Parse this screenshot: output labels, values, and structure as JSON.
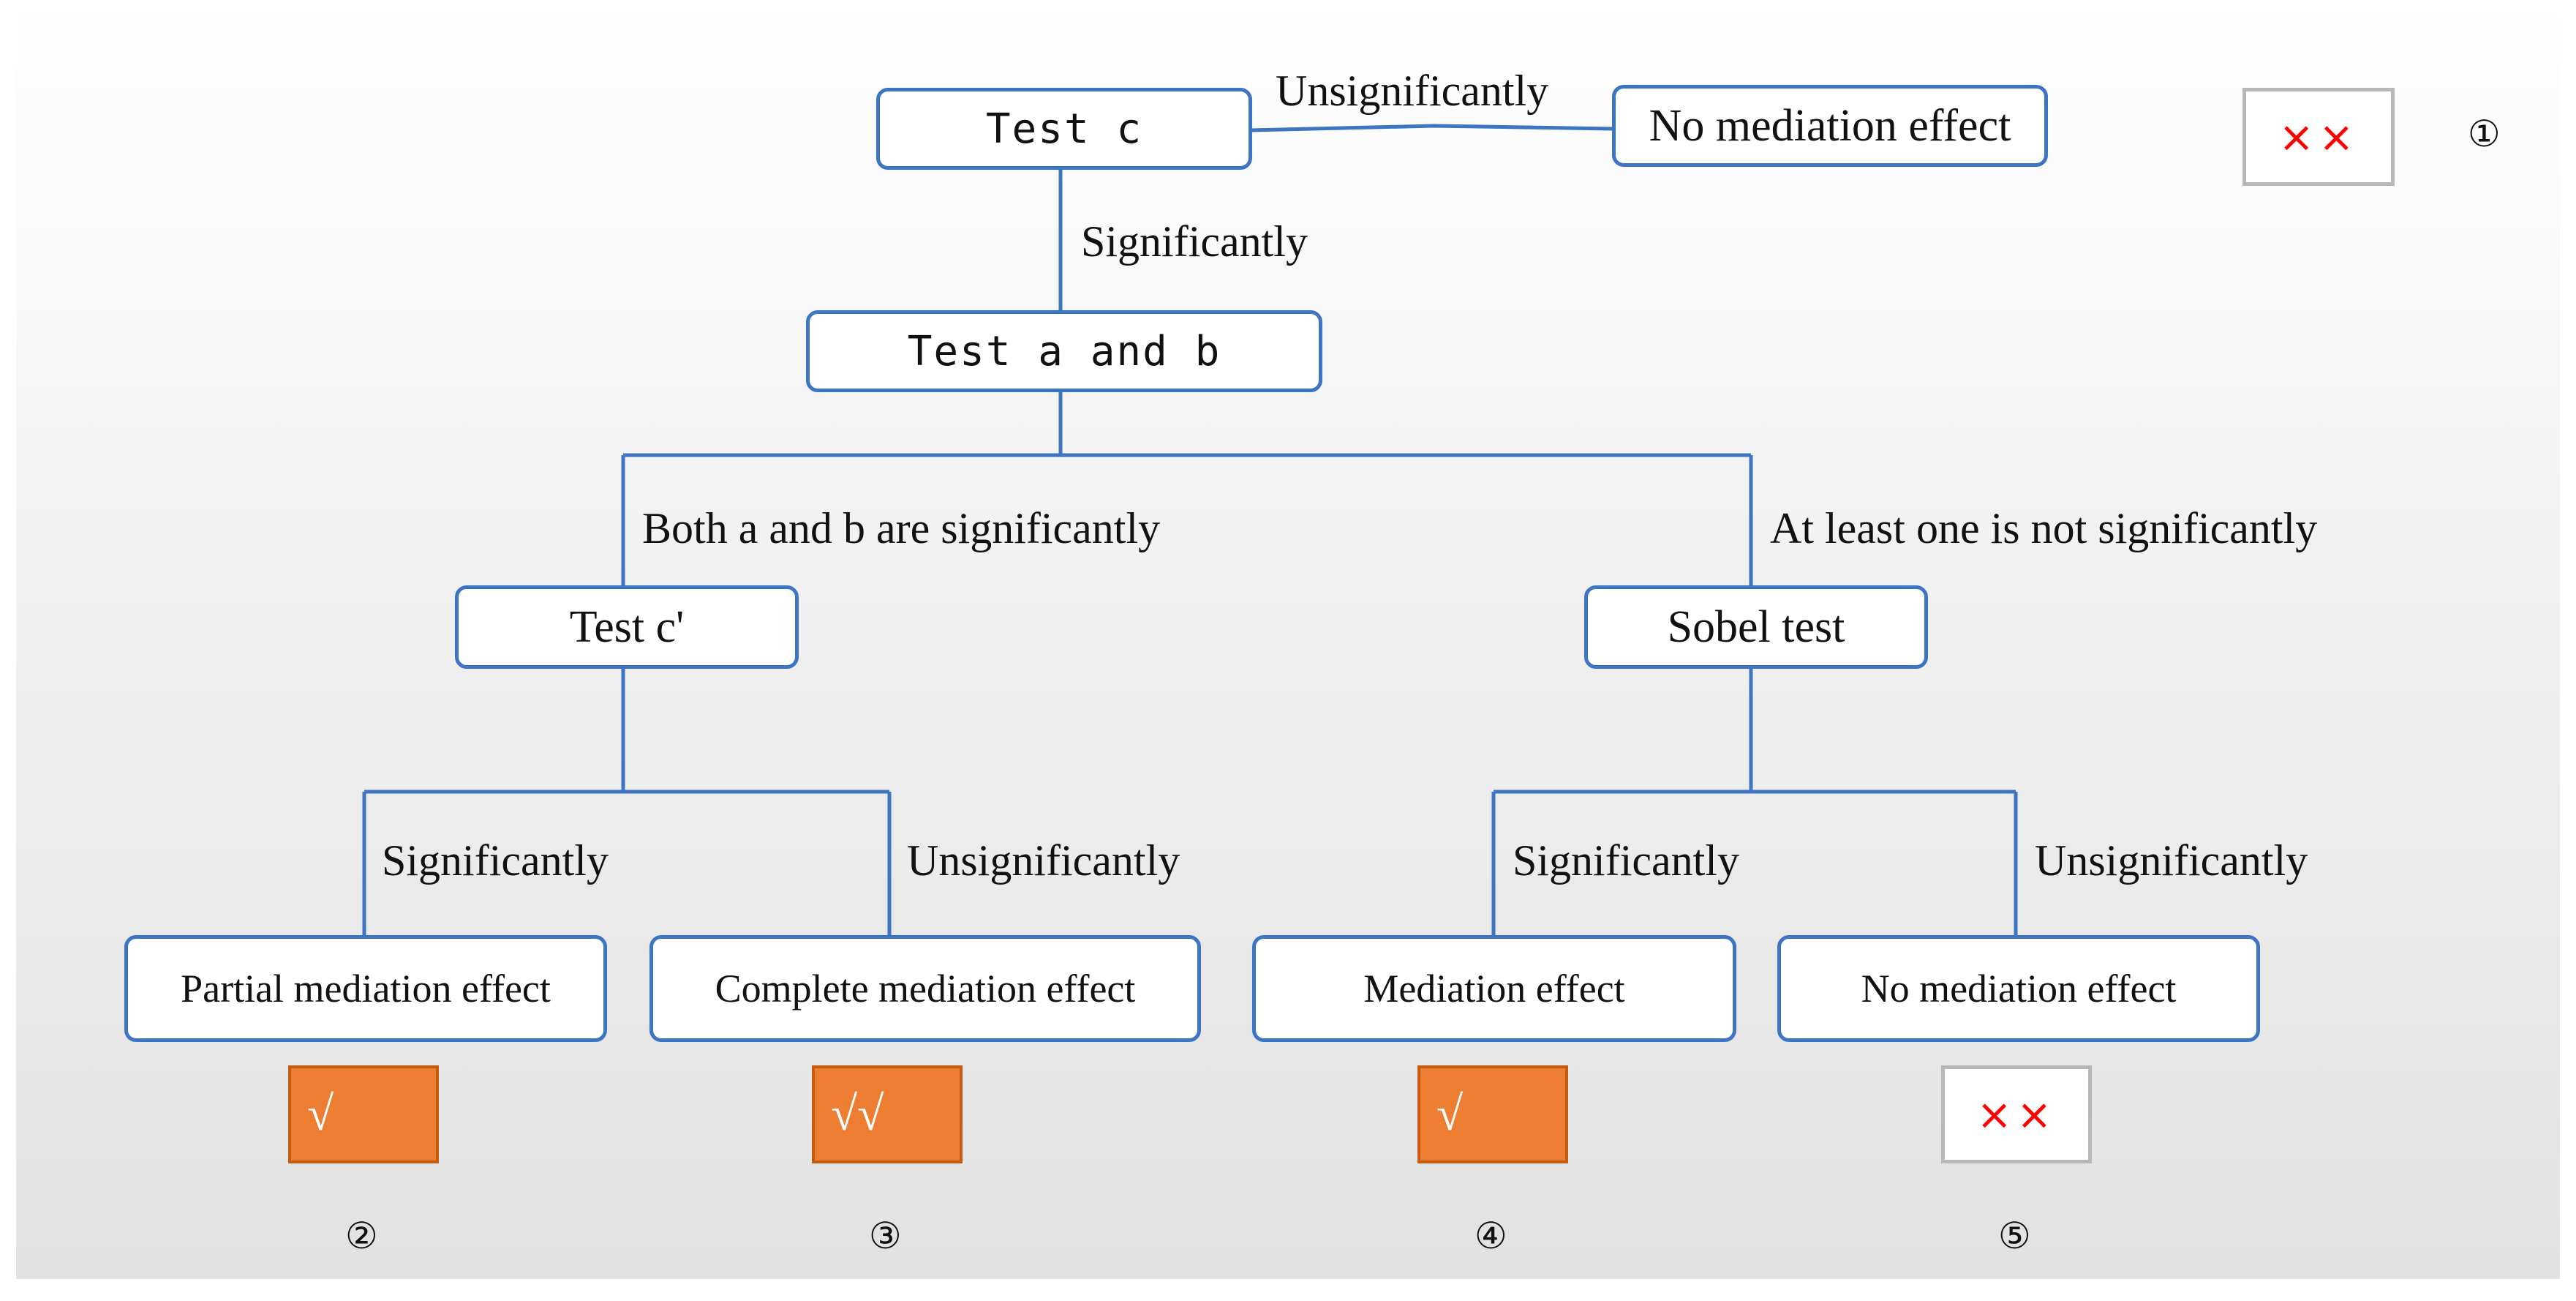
{
  "nodes": {
    "test_c": "Test c",
    "no_mediation_top": "No mediation effect",
    "test_ab": "Test a and b",
    "test_c_prime": "Test c'",
    "sobel": "Sobel test",
    "partial": "Partial mediation effect",
    "complete": "Complete mediation effect",
    "mediation": "Mediation effect",
    "no_mediation_bottom": "No mediation effect"
  },
  "edges": {
    "c_unsig": "Unsignificantly",
    "c_sig": "Significantly",
    "ab_both": "Both a and b are significantly",
    "ab_atleast": "At least one is not significantly",
    "cprime_sig": "Significantly",
    "cprime_unsig": "Unsignificantly",
    "sobel_sig": "Significantly",
    "sobel_unsig": "Unsignificantly"
  },
  "marks": {
    "m1": "××",
    "m2": "√",
    "m3": "√√",
    "m4": "√",
    "m5": "××"
  },
  "numbers": {
    "n1": "①",
    "n2": "②",
    "n3": "③",
    "n4": "④",
    "n5": "⑤"
  },
  "colors": {
    "line": "#3d74c4",
    "positive_fill": "#ed7d31",
    "negative_text": "#ff0000"
  }
}
